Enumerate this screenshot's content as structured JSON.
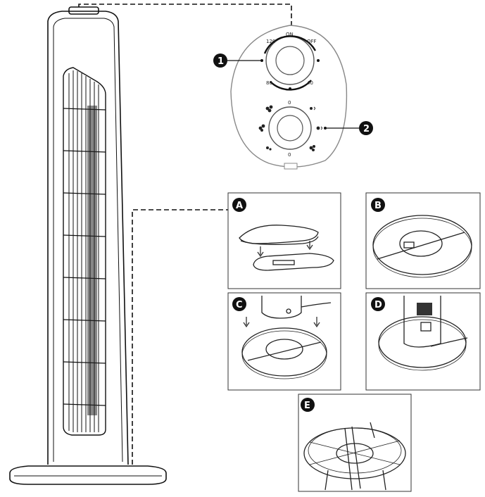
{
  "callouts": {
    "one": "1",
    "two": "2"
  },
  "timer_dial": {
    "on": "ON",
    "off": "OFF",
    "t120": "120",
    "t80": "80",
    "t40": "40",
    "zero": "0"
  },
  "mode_dial": {
    "zero_top": "0",
    "zero_bottom": "0"
  },
  "steps": {
    "a": "A",
    "b": "B",
    "c": "C",
    "d": "D",
    "e": "E"
  }
}
